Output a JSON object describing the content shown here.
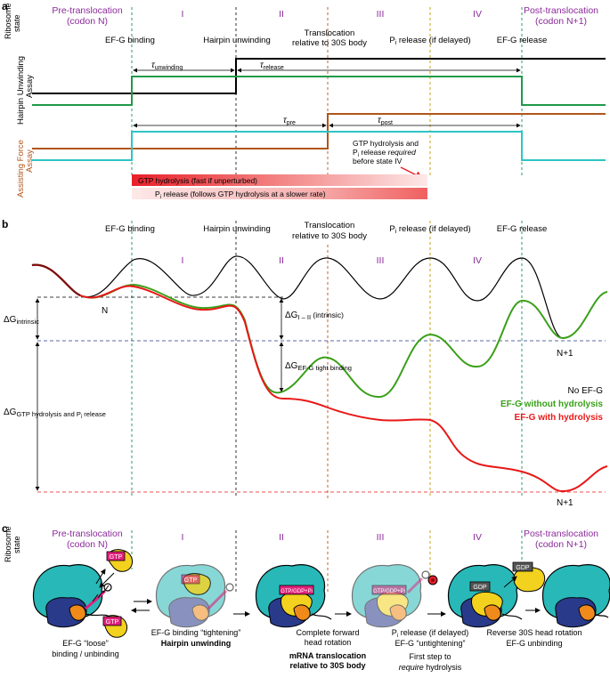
{
  "panel_a": {
    "letter": "a",
    "row_label_1": "Ribosome",
    "row_label_2": "state",
    "states": {
      "pre1": "Pre-translocation",
      "pre2": "(codon N)",
      "s1": "I",
      "s2": "II",
      "s3": "III",
      "s4": "IV",
      "post1": "Post-translocation",
      "post2": "(codon N+1)"
    },
    "events": {
      "ef_g_binding": "EF-G binding",
      "hairpin": "Hairpin unwinding",
      "transloc1": "Translocation",
      "transloc2": "relative to 30S body",
      "pi_release_pre": "P",
      "pi_release_sub": "i",
      "pi_release_post": " release (if delayed)",
      "ef_g_release": "EF-G release"
    },
    "assay_1_line1": "Hairpin Unwinding",
    "assay_1_line2": "Assay",
    "assay_2_line1": "Assisting Force",
    "assay_2_line2": "Assay",
    "tau_unwinding_sym": "τ",
    "tau_unwinding_sub": "unwinding",
    "tau_release_sym": "τ",
    "tau_release_sub": "release",
    "tau_pre_sym": "τ",
    "tau_pre_sub": "pre",
    "tau_post_sym": "τ",
    "tau_post_sub": "post",
    "gtp_note_1": "GTP hydrolysis and",
    "gtp_note_2_pre": "P",
    "gtp_note_2_sub": "i",
    "gtp_note_2_mid": " release ",
    "gtp_note_2_italic": "required",
    "gtp_note_3": "before state IV",
    "bar_gtp": "GTP hydrolysis (fast if unperturbed)",
    "bar_pi_pre": "P",
    "bar_pi_sub": "i",
    "bar_pi_post": " release (follows GTP hydrolysis at a slower rate)",
    "colors": {
      "state_purple": "#8b2a9a",
      "green": "#1f9a4a",
      "black": "#000000",
      "brown": "#b0561a",
      "cyan": "#2ec4c4",
      "red": "#e8202a"
    }
  },
  "panel_b": {
    "letter": "b",
    "events": {
      "ef_g_binding": "EF-G binding",
      "hairpin": "Hairpin unwinding",
      "transloc1": "Translocation",
      "transloc2": "relative to 30S body",
      "pi_pre": "P",
      "pi_sub": "i",
      "pi_post": " release (if delayed)",
      "ef_g_release": "EF-G release"
    },
    "states": {
      "s1": "I",
      "s2": "II",
      "s3": "III",
      "s4": "IV"
    },
    "label_N": "N",
    "label_N1_a": "N+1",
    "label_N1_b": "N+1",
    "dg_intrinsic_pre": "ΔG",
    "dg_intrinsic_sub": "intrinsic",
    "dg_i_ii_pre": "ΔG",
    "dg_i_ii_sub": "I – II",
    "dg_i_ii_post": " (intrinsic)",
    "dg_tight_pre": "ΔG",
    "dg_tight_sub": "EF-G tight binding",
    "dg_gtp_pre": "ΔG",
    "dg_gtp_sub": "GTP hydrolysis and P",
    "dg_gtp_subsub": "i",
    "dg_gtp_tail": " release",
    "legend_black": "No EF-G",
    "legend_green": "EF-G without hydrolysis",
    "legend_red": "EF-G with hydrolysis",
    "colors": {
      "black": "#000000",
      "green": "#3aa019",
      "red": "#e81818",
      "dark_red": "#7a1010"
    }
  },
  "panel_c": {
    "letter": "c",
    "row_label_1": "Ribosome",
    "row_label_2": "state",
    "states": {
      "pre1": "Pre-translocation",
      "pre2": "(codon N)",
      "s1": "I",
      "s2": "II",
      "s3": "III",
      "s4": "IV",
      "post1": "Post-translocation",
      "post2": "(codon N+1)"
    },
    "tags": {
      "gtp_a": "GTP",
      "gtp_b": "GTP",
      "gtp_c": "GTP",
      "gtp_gdp_pi_1": "GTP/GDP+Pi",
      "gtp_gdp_pi_2": "GTP/GDP+Pi",
      "gdp_a": "GDP",
      "gdp_b": "GDP"
    },
    "captions": {
      "c1_1": "EF-G “loose”",
      "c1_2": "binding / unbinding",
      "c2_1": "EF-G binding “tightening”",
      "c2_2": "Hairpin unwinding",
      "c3_1": "Complete forward",
      "c3_2": "head rotation",
      "c3_3": "mRNA translocation",
      "c3_4": "relative to 30S body",
      "c4_1_pre": "P",
      "c4_1_sub": "i",
      "c4_1_post": " release (if delayed)",
      "c4_2": "EF-G “untightening”",
      "c4_3": "First step to",
      "c4_4": "require",
      "c4_5": " hydrolysis",
      "c5_1": "Reverse 30S head rotation",
      "c5_2": "EF-G unbinding"
    },
    "colors": {
      "teal": "#28b8b8",
      "navy": "#2a3a8a",
      "orange": "#f08a1a",
      "yellow": "#f2d21e",
      "magenta": "#e0207a",
      "gray": "#555555"
    }
  }
}
